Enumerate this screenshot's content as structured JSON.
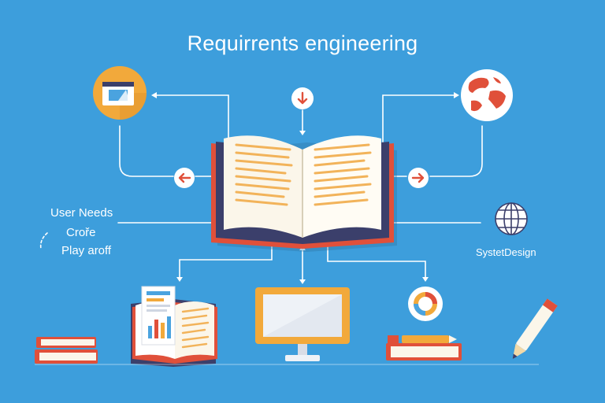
{
  "title": "Requirrents engineering",
  "left_notes": {
    "user_needs": "User Needs",
    "crore": "Croře",
    "play": "Play aroff"
  },
  "right_note": {
    "system_design": "SystetDesign"
  },
  "icons": {
    "top_left": "browser-window-icon",
    "top_center": "down-arrow-badge-icon",
    "top_right": "globe-map-icon",
    "mid_left": "left-arrow-badge-icon",
    "mid_right": "right-arrow-badge-icon",
    "center": "open-book-icon",
    "right_globe": "wireframe-globe-icon",
    "bottom_left_stack": "book-stack-icon",
    "bottom_open_book": "open-book-report-icon",
    "bottom_monitor": "monitor-icon",
    "bottom_chart": "donut-chart-icon",
    "bottom_right_stack": "pencil-and-books-icon",
    "pencil": "pencil-icon"
  },
  "colors": {
    "background": "#3d9edc",
    "orange": "#f2a93b",
    "red": "#e0503a",
    "navy": "#3b3f6b",
    "white": "#ffffff"
  }
}
